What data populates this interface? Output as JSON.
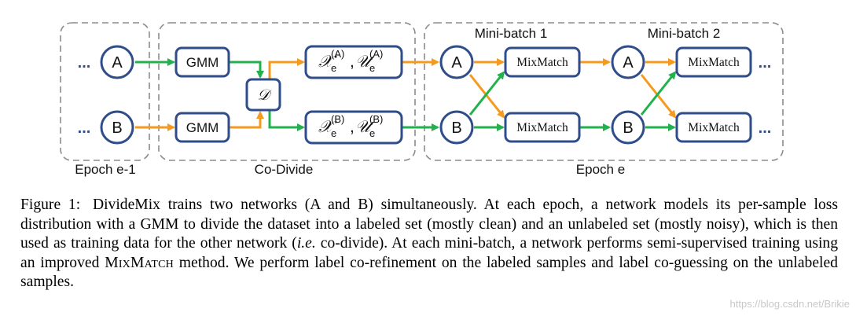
{
  "diagram": {
    "groups": {
      "epoch_prev": "Epoch e-1",
      "co_divide": "Co-Divide",
      "epoch_cur": "Epoch e"
    },
    "ellipsis": "…",
    "ellipsis_dots": "...",
    "net_a": "A",
    "net_b": "B",
    "gmm": "GMM",
    "divider": "𝒟",
    "set_a": {
      "x": "𝒳",
      "e": "e",
      "sup": "(A)",
      "comma": ",",
      "u": "𝒰"
    },
    "set_b": {
      "x": "𝒳",
      "e": "e",
      "sup": "(B)",
      "comma": ",",
      "u": "𝒰"
    },
    "minibatch_1": "Mini-batch 1",
    "minibatch_2": "Mini-batch 2",
    "mixmatch": "MixMatch",
    "colors": {
      "box_border": "#2f4d8a",
      "orange_arrow": "#f59a1e",
      "green_arrow": "#22b14c",
      "dashed_border": "#8c8c8c",
      "dot_ellipsis": "#2f4d8a"
    }
  },
  "caption": {
    "label": "Figure 1:",
    "p1": "DivideMix trains two networks (A and B) simultaneously. At each epoch, a network models its per-sample loss distribution with a GMM to divide the dataset into a labeled set (mostly clean) and an unlabeled set (mostly noisy), which is then used as training data for the other network (",
    "ie": "i.e.",
    "p2": " co-divide). At each mini-batch, a network performs semi-supervised training using an improved ",
    "mixmatch": "MixMatch",
    "p3": " method. We perform label co-refinement on the labeled samples and label co-guessing on the unlabeled samples."
  },
  "watermark": "https://blog.csdn.net/Brikie"
}
